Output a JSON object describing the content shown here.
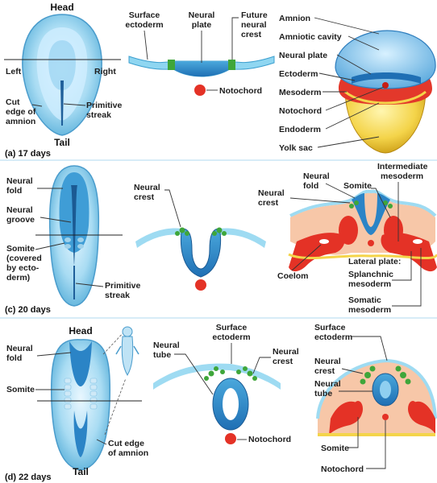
{
  "panel_a": {
    "caption": "(a) 17 days",
    "embryo_labels": {
      "head": "Head",
      "tail": "Tail",
      "left": "Left",
      "right": "Right",
      "cut_edge_1": "Cut",
      "cut_edge_2": "edge of",
      "cut_edge_3": "amnion",
      "primitive_streak_1": "Primitive",
      "primitive_streak_2": "streak"
    },
    "cross_section_labels": {
      "surface_ectoderm_1": "Surface",
      "surface_ectoderm_2": "ectoderm",
      "neural_plate_1": "Neural",
      "neural_plate_2": "plate",
      "future_neural_crest_1": "Future",
      "future_neural_crest_2": "neural",
      "future_neural_crest_3": "crest",
      "notochord": "Notochord"
    },
    "three_d_labels": [
      "Amnion",
      "Amniotic cavity",
      "Neural plate",
      "Ectoderm",
      "Mesoderm",
      "Notochord",
      "Endoderm",
      "Yolk sac"
    ]
  },
  "panel_c": {
    "caption": "(c) 20 days",
    "embryo_labels": {
      "neural_fold_1": "Neural",
      "neural_fold_2": "fold",
      "neural_groove_1": "Neural",
      "neural_groove_2": "groove",
      "somite_1": "Somite",
      "somite_2": "(covered",
      "somite_3": "by ecto-",
      "somite_4": "derm)",
      "primitive_streak_1": "Primitive",
      "primitive_streak_2": "streak"
    },
    "groove_labels": {
      "neural_crest_1": "Neural",
      "neural_crest_2": "crest"
    },
    "detail_labels": {
      "neural_crest_1": "Neural",
      "neural_crest_2": "crest",
      "neural_fold_1": "Neural",
      "neural_fold_2": "fold",
      "somite": "Somite",
      "intermediate_1": "Intermediate",
      "intermediate_2": "mesoderm",
      "coelom": "Coelom",
      "lateral_plate": "Lateral plate:",
      "splanchnic_1": "Splanchnic",
      "splanchnic_2": "mesoderm",
      "somatic_1": "Somatic",
      "somatic_2": "mesoderm"
    }
  },
  "panel_d": {
    "caption": "(d) 22 days",
    "embryo_labels": {
      "head": "Head",
      "tail": "Tail",
      "neural_fold_1": "Neural",
      "neural_fold_2": "fold",
      "somite": "Somite",
      "cut_edge_1": "Cut edge",
      "cut_edge_2": "of amnion"
    },
    "tube_labels": {
      "neural_tube_1": "Neural",
      "neural_tube_2": "tube",
      "surface_ectoderm_1": "Surface",
      "surface_ectoderm_2": "ectoderm",
      "neural_crest_1": "Neural",
      "neural_crest_2": "crest",
      "notochord": "Notochord"
    },
    "detail_labels": {
      "surface_ectoderm_1": "Surface",
      "surface_ectoderm_2": "ectoderm",
      "neural_crest_1": "Neural",
      "neural_crest_2": "crest",
      "neural_tube_1": "Neural",
      "neural_tube_2": "tube",
      "somite": "Somite",
      "notochord": "Notochord"
    }
  }
}
